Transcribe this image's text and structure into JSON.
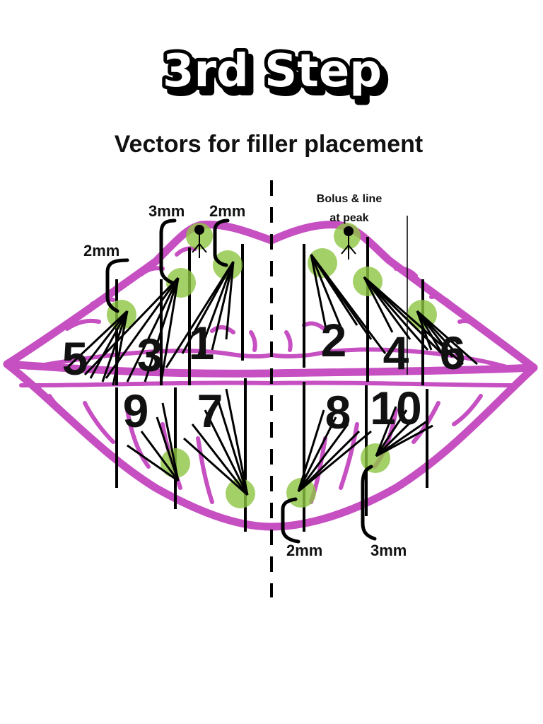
{
  "title": "3rd Step",
  "subtitle": "Vectors for filler placement",
  "note": {
    "line1": "Bolus & line",
    "line2": "at peak"
  },
  "measurements": {
    "upper_left_outer": "2mm",
    "upper_left_mid": "3mm",
    "upper_left_inner": "2mm",
    "lower_right_inner": "2mm",
    "lower_right_outer": "3mm"
  },
  "zones": [
    "1",
    "2",
    "3",
    "4",
    "5",
    "6",
    "7",
    "8",
    "9",
    "10"
  ],
  "colors": {
    "lip_outline": "#c64fc2",
    "injection_point": "#8dc442",
    "lines": "#000000"
  },
  "icons": [
    "person-marker-icon"
  ]
}
